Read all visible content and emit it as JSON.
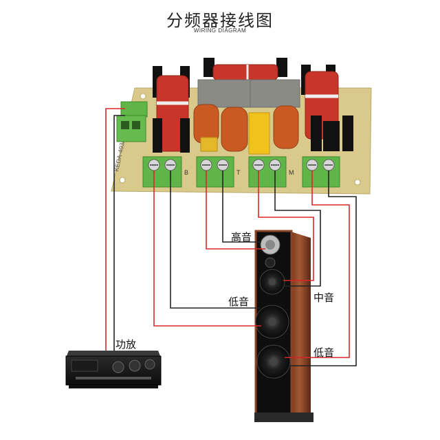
{
  "header": {
    "title": "分频器接线图",
    "subtitle": "WIRING DIAGRAM"
  },
  "board": {
    "silkscreen_code": "KEDA-403A",
    "terminal_marks": [
      "B",
      "T",
      "M"
    ]
  },
  "labels": {
    "tweeter": "高音",
    "midrange": "中音",
    "woofer_left": "低音",
    "woofer_right": "低音",
    "amplifier": "功放"
  },
  "colors": {
    "wire_positive": "#d8262b",
    "wire_negative": "#222222",
    "board": "#d9c98a",
    "coil": "#c8352a",
    "capacitor": "#c85a22",
    "terminal": "#5fb548",
    "cabinet_wood": "#8a4528"
  }
}
